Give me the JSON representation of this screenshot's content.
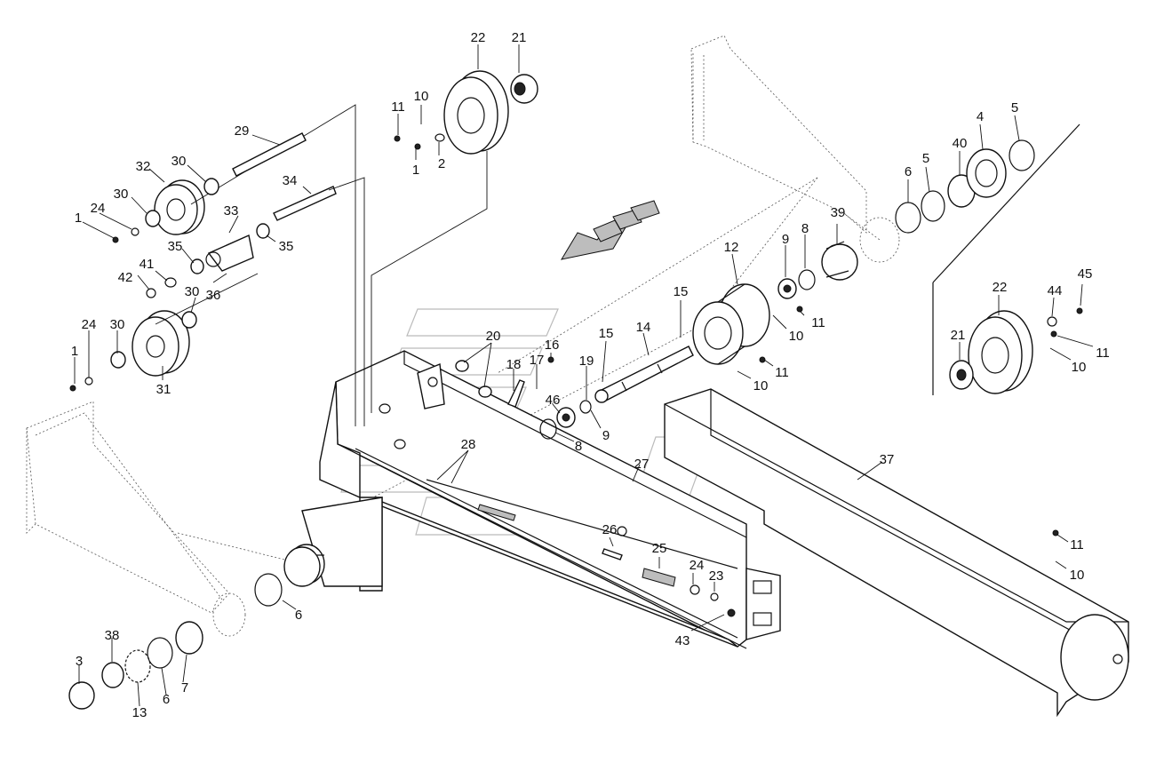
{
  "labels": [
    {
      "id": "22a",
      "text": "22"
    },
    {
      "id": "21a",
      "text": "21"
    },
    {
      "id": "11a",
      "text": "11"
    },
    {
      "id": "10a",
      "text": "10"
    },
    {
      "id": "1a",
      "text": "1"
    },
    {
      "id": "2a",
      "text": "2"
    },
    {
      "id": "29",
      "text": "29"
    },
    {
      "id": "30a",
      "text": "30"
    },
    {
      "id": "32",
      "text": "32"
    },
    {
      "id": "30b",
      "text": "30"
    },
    {
      "id": "34",
      "text": "34"
    },
    {
      "id": "24a",
      "text": "24"
    },
    {
      "id": "1b",
      "text": "1"
    },
    {
      "id": "33",
      "text": "33"
    },
    {
      "id": "35a",
      "text": "35"
    },
    {
      "id": "35b",
      "text": "35"
    },
    {
      "id": "41",
      "text": "41"
    },
    {
      "id": "42",
      "text": "42"
    },
    {
      "id": "30c",
      "text": "30"
    },
    {
      "id": "36",
      "text": "36"
    },
    {
      "id": "24b",
      "text": "24"
    },
    {
      "id": "30d",
      "text": "30"
    },
    {
      "id": "1c",
      "text": "1"
    },
    {
      "id": "31",
      "text": "31"
    },
    {
      "id": "20",
      "text": "20"
    },
    {
      "id": "16",
      "text": "16"
    },
    {
      "id": "18",
      "text": "18"
    },
    {
      "id": "17",
      "text": "17"
    },
    {
      "id": "19",
      "text": "19"
    },
    {
      "id": "46",
      "text": "46"
    },
    {
      "id": "9a",
      "text": "9"
    },
    {
      "id": "8a",
      "text": "8"
    },
    {
      "id": "28",
      "text": "28"
    },
    {
      "id": "27",
      "text": "27"
    },
    {
      "id": "15a",
      "text": "15"
    },
    {
      "id": "15b",
      "text": "15"
    },
    {
      "id": "14",
      "text": "14"
    },
    {
      "id": "12",
      "text": "12"
    },
    {
      "id": "9b",
      "text": "9"
    },
    {
      "id": "8b",
      "text": "8"
    },
    {
      "id": "39",
      "text": "39"
    },
    {
      "id": "6a",
      "text": "6"
    },
    {
      "id": "5a",
      "text": "5"
    },
    {
      "id": "40",
      "text": "40"
    },
    {
      "id": "4",
      "text": "4"
    },
    {
      "id": "5b",
      "text": "5"
    },
    {
      "id": "11b",
      "text": "11"
    },
    {
      "id": "10b",
      "text": "10"
    },
    {
      "id": "11c",
      "text": "11"
    },
    {
      "id": "10c",
      "text": "10"
    },
    {
      "id": "22b",
      "text": "22"
    },
    {
      "id": "44",
      "text": "44"
    },
    {
      "id": "45",
      "text": "45"
    },
    {
      "id": "21b",
      "text": "21"
    },
    {
      "id": "11d",
      "text": "11"
    },
    {
      "id": "10d",
      "text": "10"
    },
    {
      "id": "37",
      "text": "37"
    },
    {
      "id": "26",
      "text": "26"
    },
    {
      "id": "25",
      "text": "25"
    },
    {
      "id": "24c",
      "text": "24"
    },
    {
      "id": "23",
      "text": "23"
    },
    {
      "id": "43",
      "text": "43"
    },
    {
      "id": "11e",
      "text": "11"
    },
    {
      "id": "10e",
      "text": "10"
    },
    {
      "id": "6b",
      "text": "6"
    },
    {
      "id": "38",
      "text": "38"
    },
    {
      "id": "3",
      "text": "3"
    },
    {
      "id": "13",
      "text": "13"
    },
    {
      "id": "6c",
      "text": "6"
    },
    {
      "id": "7",
      "text": "7"
    }
  ],
  "icons": {
    "direction_arrow": "direction-arrow-icon",
    "watermark": "watermark-logo"
  },
  "colors": {
    "line": "#111111",
    "background": "#ffffff",
    "watermark": "#bbbbbb",
    "hatch": "#bdbdbd"
  }
}
